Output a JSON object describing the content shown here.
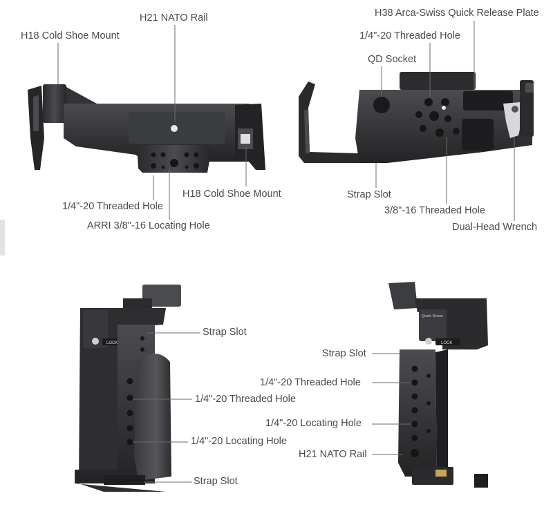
{
  "labels": {
    "top_left": {
      "cold_shoe_a": "H18 Cold Shoe Mount",
      "nato_rail": "H21 NATO Rail",
      "threaded_hole": "1/4\"-20 Threaded Hole",
      "cold_shoe_b": "H18 Cold Shoe Mount",
      "arri_hole": "ARRI 3/8\"-16 Locating Hole"
    },
    "top_right": {
      "arca_plate": "H38 Arca-Swiss Quick Release Plate",
      "threaded_hole": "1/4\"-20 Threaded Hole",
      "qd_socket": "QD Socket",
      "strap_slot": "Strap Slot",
      "threaded_hole_38": "3/8\"-16 Threaded Hole",
      "wrench": "Dual-Head Wrench"
    },
    "bottom_left": {
      "strap_slot_top": "Strap Slot",
      "threaded_hole": "1/4\"-20 Threaded Hole",
      "locating_hole": "1/4\"-20 Locating Hole",
      "strap_slot_bottom": "Strap Slot"
    },
    "bottom_right": {
      "strap_slot": "Strap Slot",
      "threaded_hole": "1/4\"-20 Threaded Hole",
      "locating_hole": "1/4\"-20 Locating Hole",
      "nato_rail": "H21 NATO Rail"
    }
  },
  "product_marks": {
    "lock_left": "LOCK",
    "lock_right": "LOCK",
    "quick_screw": "Quick Screw"
  },
  "colors": {
    "metal_dark": "#2b2b2d",
    "metal_mid": "#3a3a3d",
    "metal_light": "#55565a",
    "leader_line": "#6b6b6b",
    "label_text": "#4a4a4a",
    "background": "#ffffff"
  }
}
